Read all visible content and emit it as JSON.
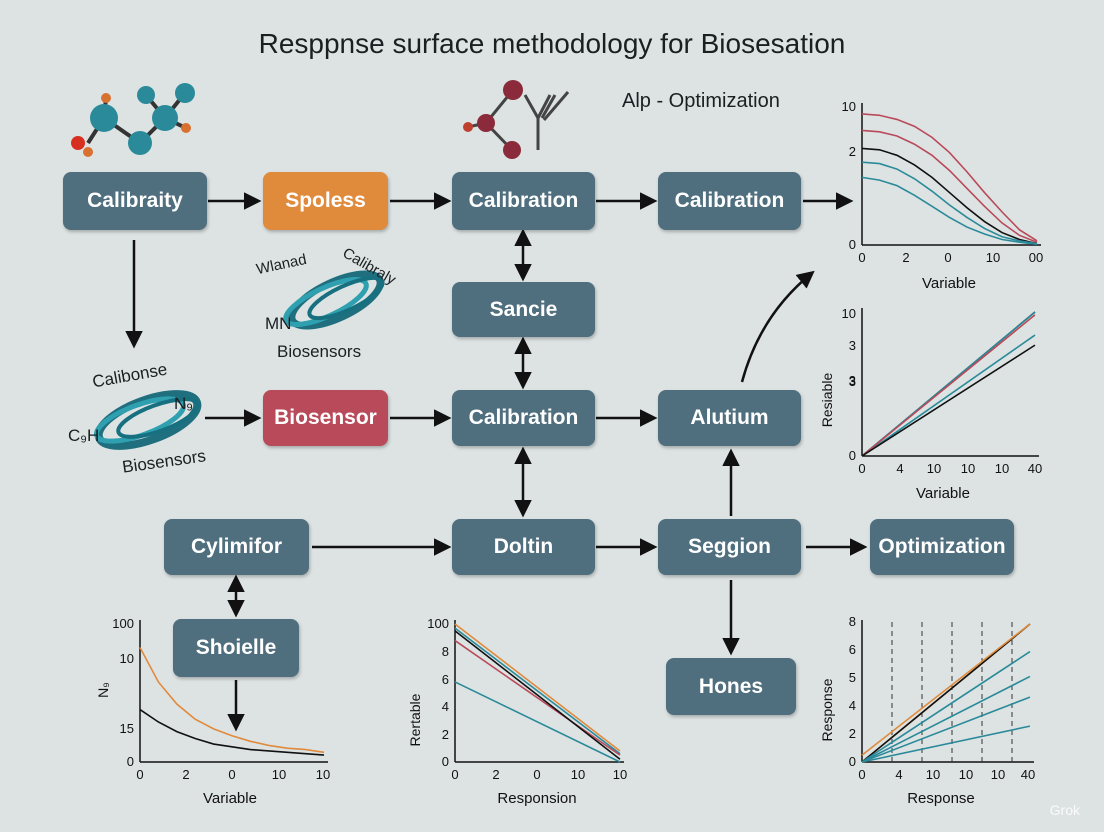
{
  "title": "Resppnse surface methodology for Biosesation",
  "subtitle": "Alp - Optimization",
  "watermark": "Grok",
  "boxes": {
    "calibraity": "Calibraity",
    "spoless": "Spoless",
    "calibration_top": "Calibration",
    "calibration_right": "Calibration",
    "sancie": "Sancie",
    "biosensor": "Biosensor",
    "calibration_mid": "Calibration",
    "alutium": "Alutium",
    "cylimifor": "Cylimifor",
    "doltin": "Doltin",
    "seggion": "Seggion",
    "optimization": "Optimization",
    "shoielle": "Shoielle",
    "hones": "Hones"
  },
  "protein_labels": {
    "p1_a": "Wlanad",
    "p1_b": "Calibraly",
    "p1_c": "MN",
    "p1_d": "Biosensors",
    "p2_a": "Calibonse",
    "p2_b": "N₉",
    "p2_c": "C₉H",
    "p2_d": "Biosensors"
  },
  "colors": {
    "box": "#4f6e7e",
    "orange": "#e08a3c",
    "red": "#b94a5a",
    "teal": "#2a8a9a",
    "black": "#111111"
  },
  "chart_data": [
    {
      "type": "line",
      "xlabel": "Variable",
      "ylabel": "",
      "xticks": [
        "0",
        "2",
        "0",
        "10",
        "00"
      ],
      "yticks": [
        "0",
        "2",
        "10"
      ],
      "ylim": [
        0,
        10
      ],
      "series": [
        {
          "color": "#b94a5a",
          "x": [
            0,
            1,
            2,
            3,
            4,
            5,
            6,
            7,
            8,
            9,
            10
          ],
          "y": [
            9.5,
            9.4,
            9.1,
            8.6,
            7.8,
            6.7,
            5.3,
            3.8,
            2.4,
            1.1,
            0.3
          ]
        },
        {
          "color": "#b94a5a",
          "x": [
            0,
            1,
            2,
            3,
            4,
            5,
            6,
            7,
            8,
            9,
            10
          ],
          "y": [
            8.3,
            8.2,
            7.9,
            7.3,
            6.5,
            5.4,
            4.1,
            2.8,
            1.6,
            0.7,
            0.2
          ]
        },
        {
          "color": "#111111",
          "x": [
            0,
            1,
            2,
            3,
            4,
            5,
            6,
            7,
            8,
            9,
            10
          ],
          "y": [
            7.0,
            6.9,
            6.5,
            5.8,
            4.9,
            3.8,
            2.7,
            1.7,
            0.9,
            0.4,
            0.1
          ]
        },
        {
          "color": "#2a8a9a",
          "x": [
            0,
            1,
            2,
            3,
            4,
            5,
            6,
            7,
            8,
            9,
            10
          ],
          "y": [
            6.0,
            5.9,
            5.5,
            4.8,
            3.9,
            2.9,
            2.0,
            1.2,
            0.6,
            0.3,
            0.1
          ]
        },
        {
          "color": "#2a8a9a",
          "x": [
            0,
            1,
            2,
            3,
            4,
            5,
            6,
            7,
            8,
            9,
            10
          ],
          "y": [
            4.9,
            4.7,
            4.3,
            3.6,
            2.8,
            2.0,
            1.3,
            0.8,
            0.4,
            0.2,
            0.05
          ]
        }
      ]
    },
    {
      "type": "line",
      "xlabel": "Variable",
      "ylabel": "Resiable",
      "xticks": [
        "0",
        "4",
        "10",
        "10",
        "10",
        "40"
      ],
      "yticks": [
        "0",
        "3",
        "3",
        "3",
        "10"
      ],
      "ylim": [
        0,
        10
      ],
      "series": [
        {
          "color": "#111111",
          "x": [
            0,
            10
          ],
          "y": [
            0,
            10
          ]
        },
        {
          "color": "#2a8a9a",
          "x": [
            0,
            10
          ],
          "y": [
            0,
            10
          ]
        },
        {
          "color": "#2a8a9a",
          "x": [
            0,
            10
          ],
          "y": [
            0,
            8.4
          ]
        },
        {
          "color": "#b94a5a",
          "x": [
            0,
            10
          ],
          "y": [
            0,
            9.8
          ]
        },
        {
          "color": "#111111",
          "x": [
            0,
            10
          ],
          "y": [
            0,
            7.7
          ]
        }
      ]
    },
    {
      "type": "line",
      "xlabel": "Variable",
      "ylabel": "N₉",
      "xticks": [
        "0",
        "2",
        "0",
        "10",
        "10"
      ],
      "yticks": [
        "0",
        "15",
        "10",
        "100"
      ],
      "ylim": [
        0,
        100
      ],
      "series": [
        {
          "color": "#e08a3c",
          "x": [
            0,
            1,
            2,
            3,
            4,
            5,
            6,
            7,
            8,
            9,
            10
          ],
          "y": [
            83,
            58,
            42,
            31,
            24,
            19,
            15,
            12,
            10,
            9,
            7
          ]
        },
        {
          "color": "#111111",
          "x": [
            0,
            1,
            2,
            3,
            4,
            5,
            6,
            7,
            8,
            9,
            10
          ],
          "y": [
            38,
            29,
            22,
            17,
            13,
            11,
            9,
            8,
            7,
            6,
            5
          ]
        }
      ]
    },
    {
      "type": "line",
      "xlabel": "Responsion",
      "ylabel": "Rertable",
      "xticks": [
        "0",
        "2",
        "0",
        "10",
        "10"
      ],
      "yticks": [
        "0",
        "2",
        "4",
        "6",
        "8",
        "100"
      ],
      "ylim": [
        0,
        100
      ],
      "series": [
        {
          "color": "#e08a3c",
          "x": [
            0,
            10
          ],
          "y": [
            100,
            8
          ]
        },
        {
          "color": "#2a8a9a",
          "x": [
            0,
            10
          ],
          "y": [
            97,
            6
          ]
        },
        {
          "color": "#b94a5a",
          "x": [
            0,
            10
          ],
          "y": [
            88,
            5
          ]
        },
        {
          "color": "#111111",
          "x": [
            0,
            10
          ],
          "y": [
            95,
            2
          ]
        },
        {
          "color": "#2a8a9a",
          "x": [
            0,
            10
          ],
          "y": [
            58,
            0
          ]
        }
      ]
    },
    {
      "type": "line",
      "xlabel": "Response",
      "ylabel": "Response",
      "xticks": [
        "0",
        "4",
        "10",
        "10",
        "10",
        "40"
      ],
      "yticks": [
        "0",
        "2",
        "4",
        "5",
        "6",
        "8",
        "100"
      ],
      "ylim": [
        0,
        100
      ],
      "series": [
        {
          "color": "#e08a3c",
          "x": [
            0,
            10
          ],
          "y": [
            0,
            100
          ]
        },
        {
          "color": "#111111",
          "x": [
            0,
            10
          ],
          "y": [
            0,
            100
          ]
        },
        {
          "color": "#e08a3c",
          "x": [
            0,
            10
          ],
          "y": [
            5,
            100
          ]
        },
        {
          "color": "#2a8a9a",
          "x": [
            0,
            10
          ],
          "y": [
            0,
            80
          ]
        },
        {
          "color": "#2a8a9a",
          "x": [
            0,
            10
          ],
          "y": [
            0,
            62
          ]
        },
        {
          "color": "#2a8a9a",
          "x": [
            0,
            10
          ],
          "y": [
            0,
            47
          ]
        },
        {
          "color": "#2a8a9a",
          "x": [
            0,
            10
          ],
          "y": [
            0,
            26
          ]
        }
      ],
      "vlines": [
        4,
        7,
        10,
        12.5,
        16.5
      ]
    }
  ]
}
